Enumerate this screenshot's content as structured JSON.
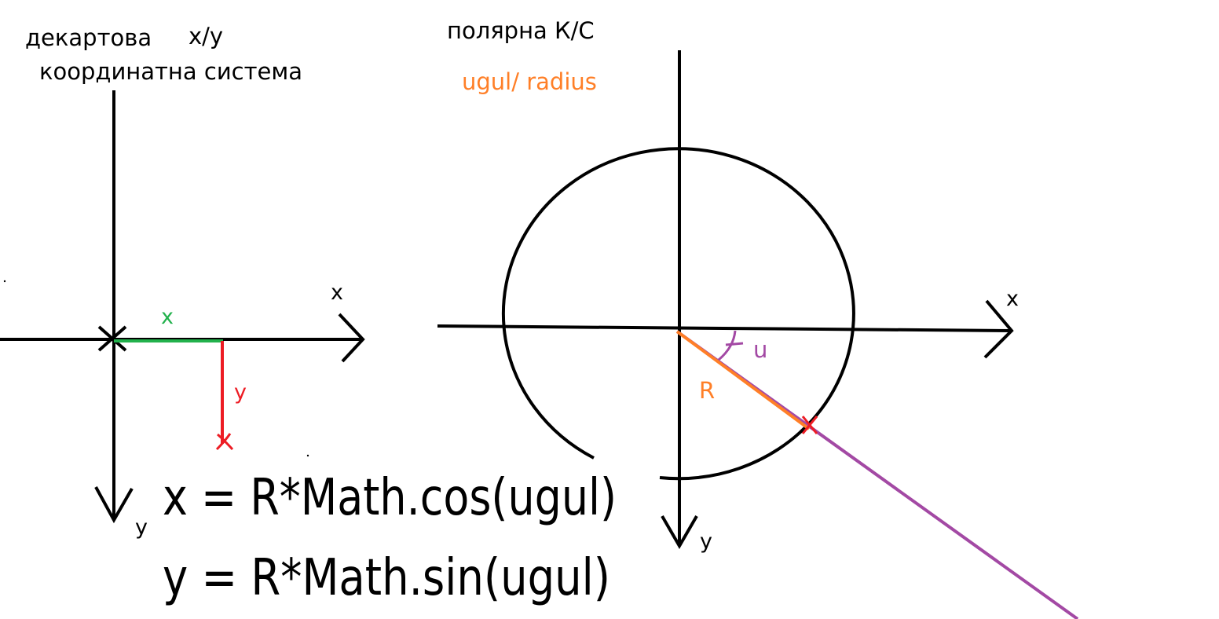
{
  "cartesian": {
    "title_line1": "декартова",
    "title_xy": "x/y",
    "title_line2": "координатна система",
    "axis_x": "x",
    "axis_y": "y",
    "segment_x": "x",
    "segment_y": "y"
  },
  "polar": {
    "title": "полярна К/С",
    "subtitle": "ugul/ radius",
    "axis_x": "x",
    "axis_y": "y",
    "radius_label": "R",
    "angle_label": "u"
  },
  "formulas": {
    "line1": "x = R*Math.cos(ugul)",
    "line2": "y = R*Math.sin(ugul)"
  },
  "colors": {
    "ink": "#000000",
    "green": "#22b14c",
    "red": "#ed1c24",
    "orange": "#ff7f27",
    "purple": "#a349a4"
  }
}
